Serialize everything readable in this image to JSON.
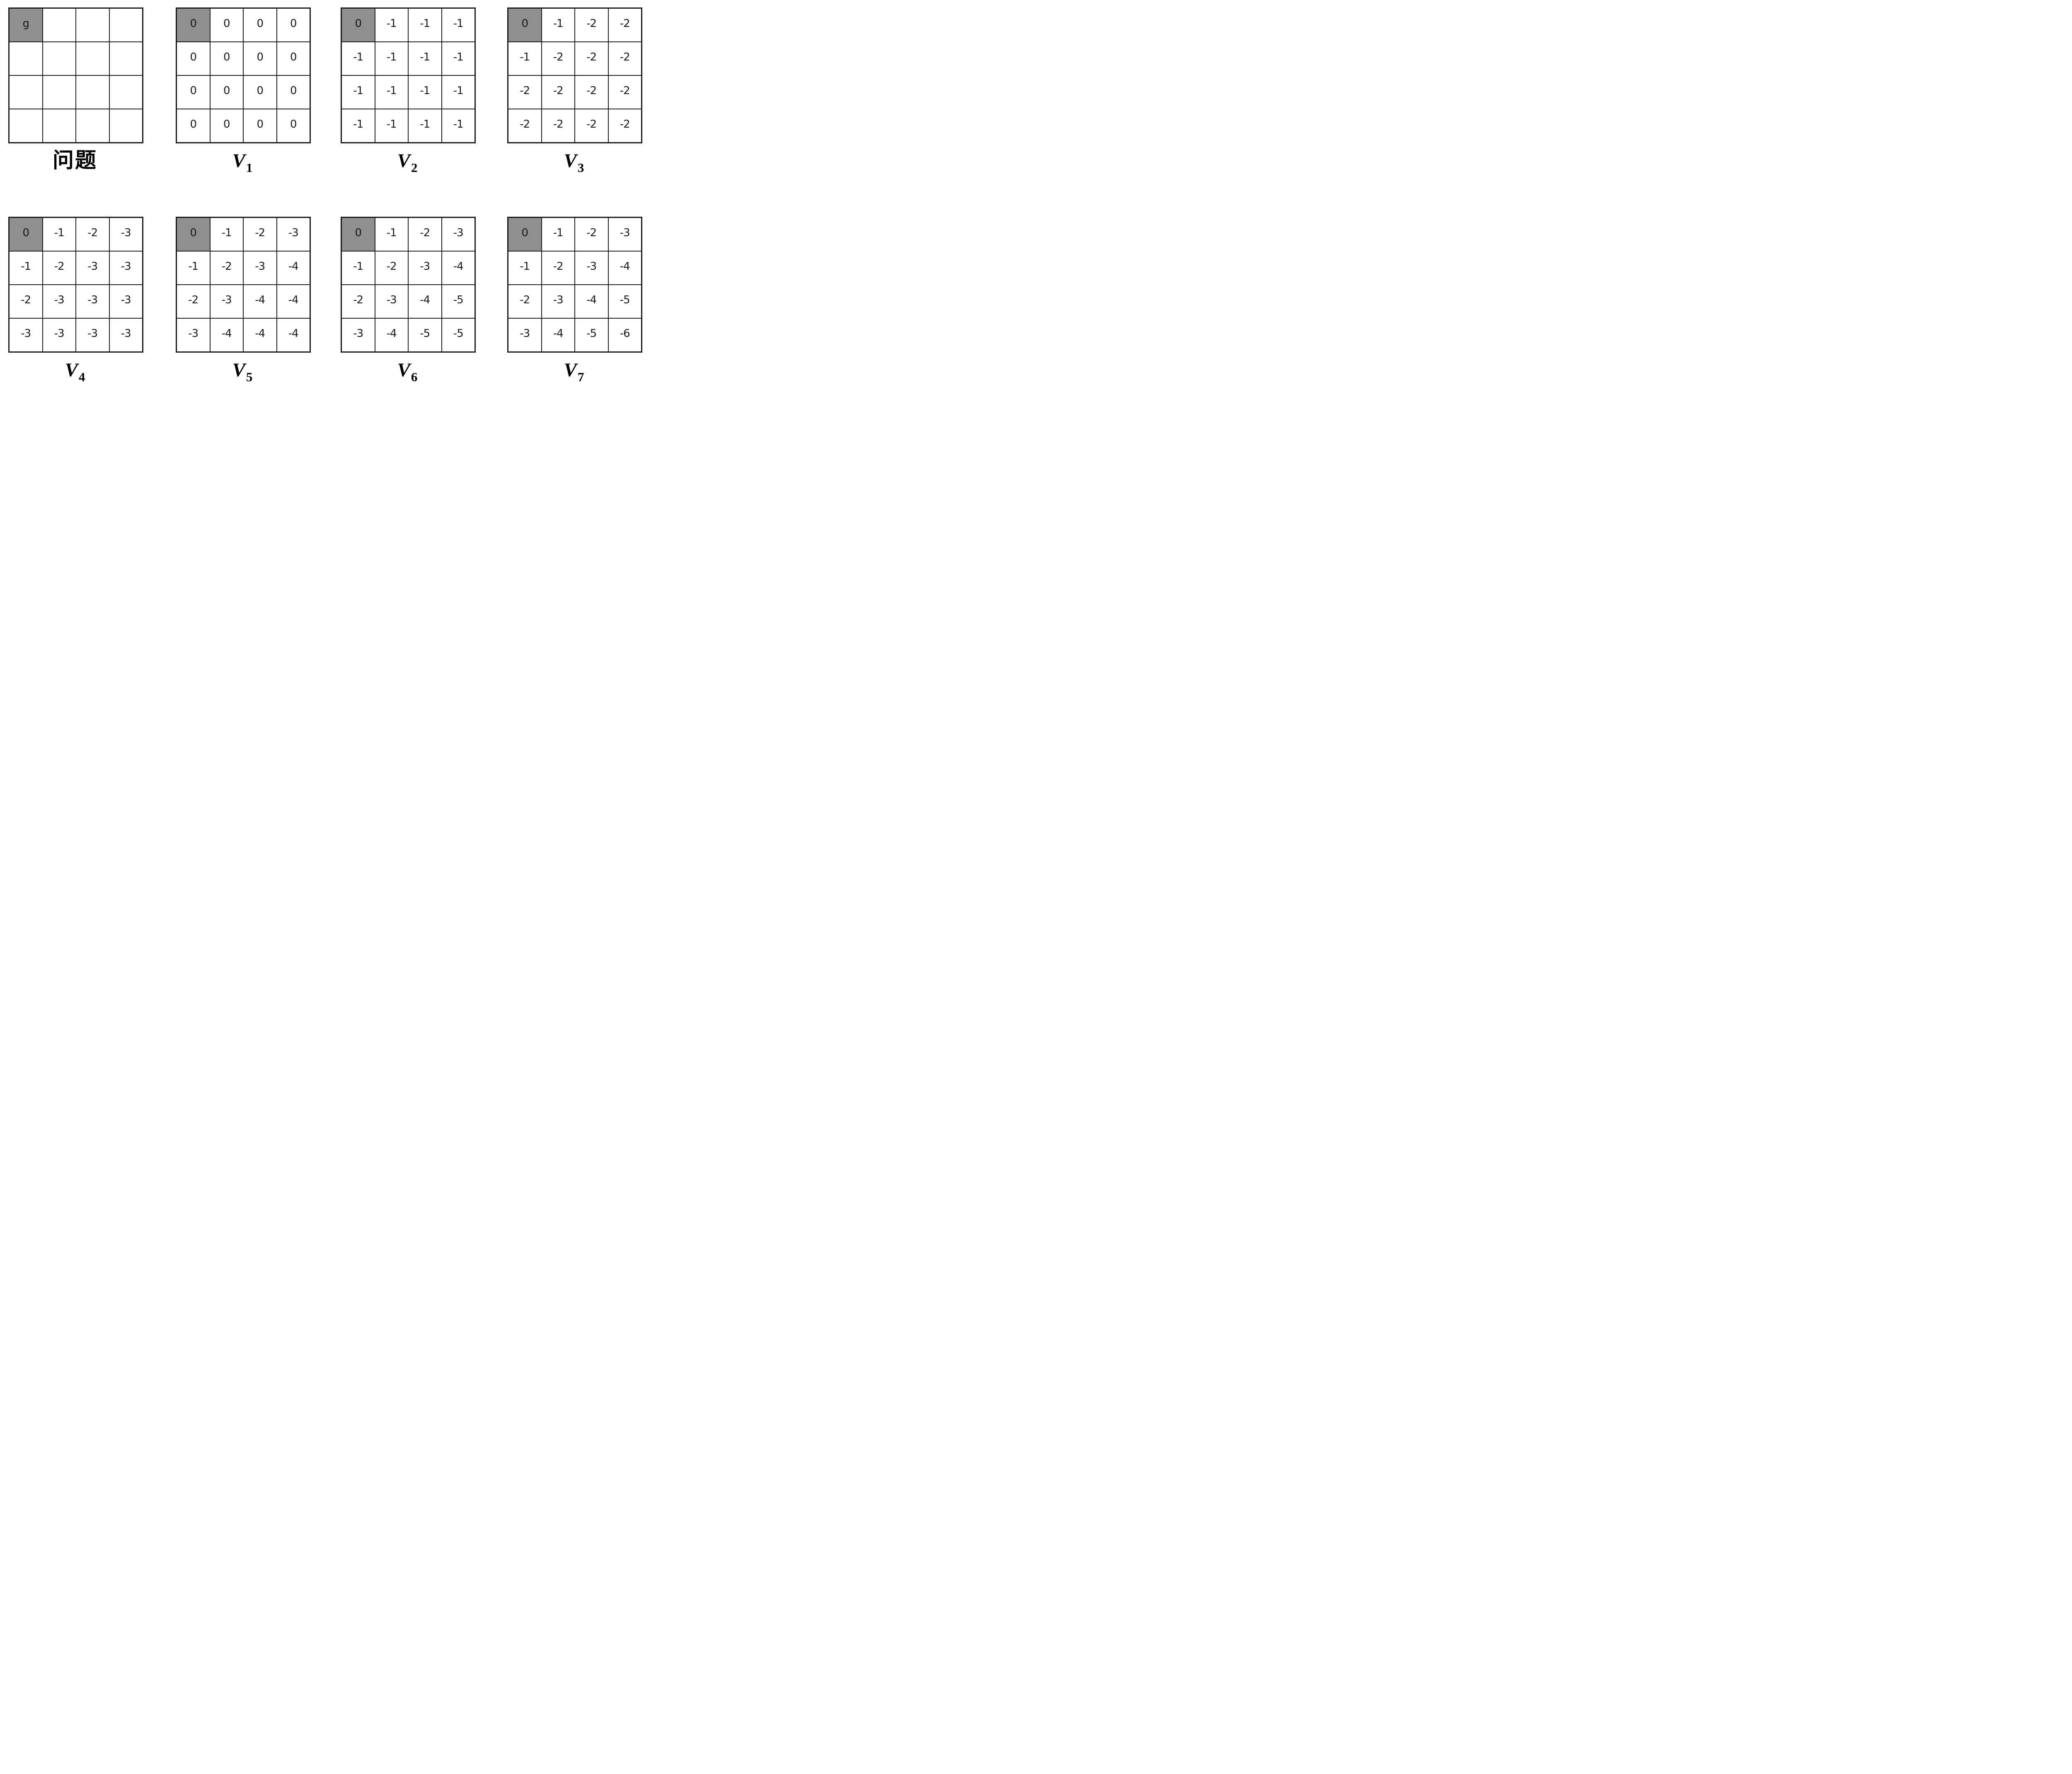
{
  "figure": {
    "description_labels": {
      "problem_label": "问题",
      "goal_cell_text": "g"
    },
    "colors": {
      "goal_cell_bg": "#8f8f8f",
      "cell_bg": "#ffffff",
      "grid_line": "#1c1c1c",
      "text": "#1a1a1a"
    },
    "panels": [
      {
        "id": "problem",
        "label": {
          "base": "问题",
          "sub": ""
        },
        "grid": [
          [
            "g",
            "",
            "",
            ""
          ],
          [
            "",
            "",
            "",
            ""
          ],
          [
            "",
            "",
            "",
            ""
          ],
          [
            "",
            "",
            "",
            ""
          ]
        ]
      },
      {
        "id": "V1",
        "label": {
          "base": "V",
          "sub": "1"
        },
        "grid": [
          [
            "0",
            "0",
            "0",
            "0"
          ],
          [
            "0",
            "0",
            "0",
            "0"
          ],
          [
            "0",
            "0",
            "0",
            "0"
          ],
          [
            "0",
            "0",
            "0",
            "0"
          ]
        ]
      },
      {
        "id": "V2",
        "label": {
          "base": "V",
          "sub": "2"
        },
        "grid": [
          [
            "0",
            "-1",
            "-1",
            "-1"
          ],
          [
            "-1",
            "-1",
            "-1",
            "-1"
          ],
          [
            "-1",
            "-1",
            "-1",
            "-1"
          ],
          [
            "-1",
            "-1",
            "-1",
            "-1"
          ]
        ]
      },
      {
        "id": "V3",
        "label": {
          "base": "V",
          "sub": "3"
        },
        "grid": [
          [
            "0",
            "-1",
            "-2",
            "-2"
          ],
          [
            "-1",
            "-2",
            "-2",
            "-2"
          ],
          [
            "-2",
            "-2",
            "-2",
            "-2"
          ],
          [
            "-2",
            "-2",
            "-2",
            "-2"
          ]
        ]
      },
      {
        "id": "V4",
        "label": {
          "base": "V",
          "sub": "4"
        },
        "grid": [
          [
            "0",
            "-1",
            "-2",
            "-3"
          ],
          [
            "-1",
            "-2",
            "-3",
            "-3"
          ],
          [
            "-2",
            "-3",
            "-3",
            "-3"
          ],
          [
            "-3",
            "-3",
            "-3",
            "-3"
          ]
        ]
      },
      {
        "id": "V5",
        "label": {
          "base": "V",
          "sub": "5"
        },
        "grid": [
          [
            "0",
            "-1",
            "-2",
            "-3"
          ],
          [
            "-1",
            "-2",
            "-3",
            "-4"
          ],
          [
            "-2",
            "-3",
            "-4",
            "-4"
          ],
          [
            "-3",
            "-4",
            "-4",
            "-4"
          ]
        ]
      },
      {
        "id": "V6",
        "label": {
          "base": "V",
          "sub": "6"
        },
        "grid": [
          [
            "0",
            "-1",
            "-2",
            "-3"
          ],
          [
            "-1",
            "-2",
            "-3",
            "-4"
          ],
          [
            "-2",
            "-3",
            "-4",
            "-5"
          ],
          [
            "-3",
            "-4",
            "-5",
            "-5"
          ]
        ]
      },
      {
        "id": "V7",
        "label": {
          "base": "V",
          "sub": "7"
        },
        "grid": [
          [
            "0",
            "-1",
            "-2",
            "-3"
          ],
          [
            "-1",
            "-2",
            "-3",
            "-4"
          ],
          [
            "-2",
            "-3",
            "-4",
            "-5"
          ],
          [
            "-3",
            "-4",
            "-5",
            "-6"
          ]
        ]
      }
    ]
  }
}
